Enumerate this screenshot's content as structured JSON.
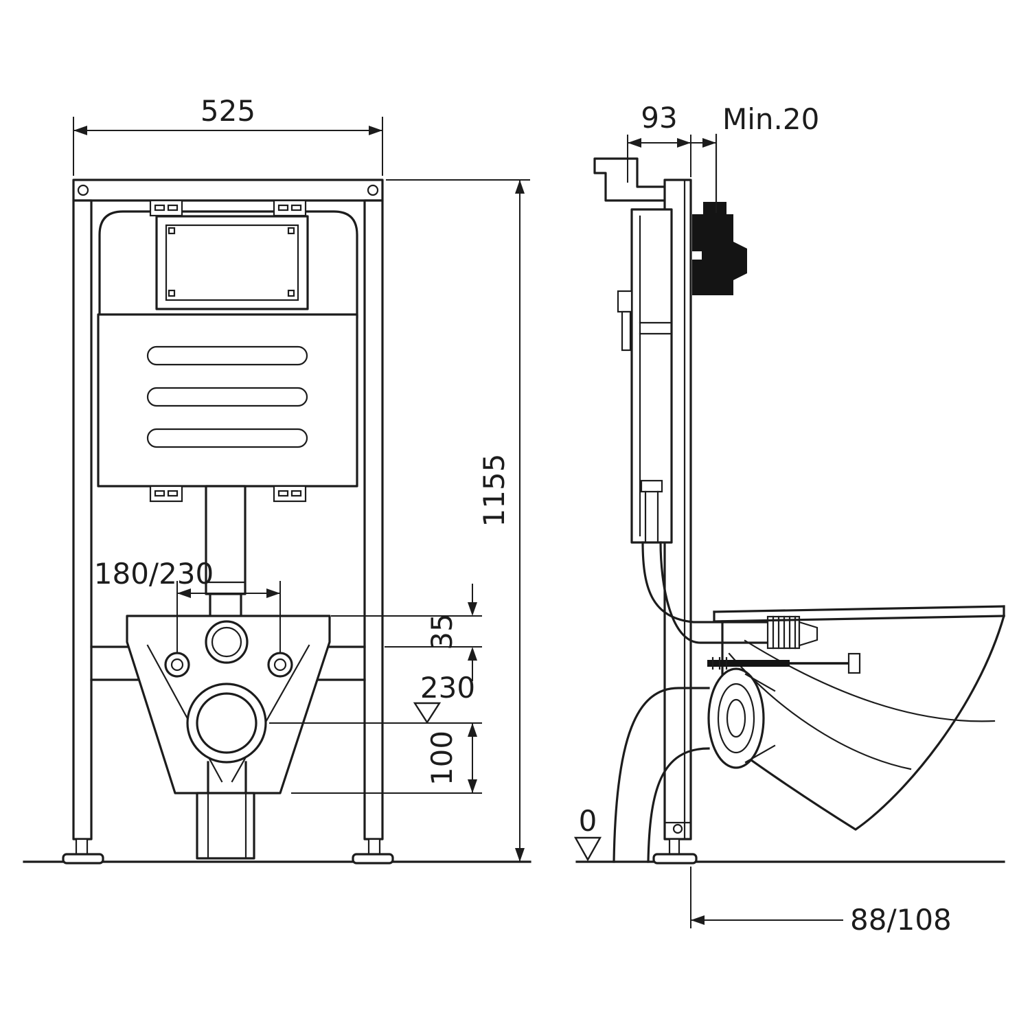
{
  "diagram": {
    "title": "Wall-hung WC concealed cistern frame installation drawing",
    "front_view": {
      "dims": {
        "width": "525",
        "height": "1155",
        "bolt_spacing": "180/230",
        "plate_offset": "35",
        "supply_level": "230",
        "outlet_height": "100",
        "floor_level": "0"
      }
    },
    "side_view": {
      "dims": {
        "depth": "93",
        "wall_clearance": "Min.20",
        "drain_offset": "88/108"
      }
    },
    "style": {
      "line_color": "#1c1c1c",
      "background": "#ffffff"
    }
  }
}
